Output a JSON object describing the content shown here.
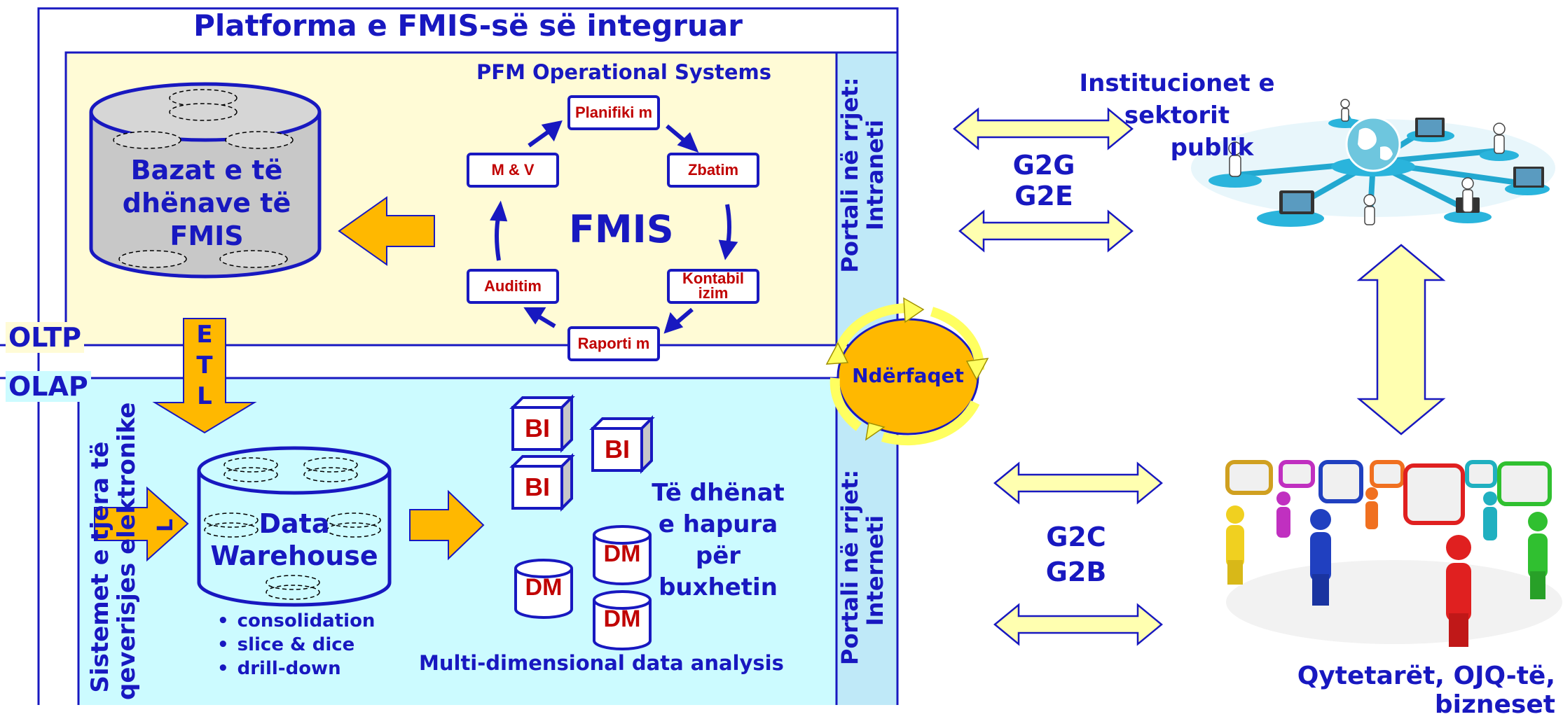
{
  "title": "Platforma e FMIS-së së integruar",
  "operational_title": "PFM Operational Systems",
  "database_label": "Bazat e të dhënave të FMIS",
  "fmis_center": "FMIS",
  "cycle": {
    "planning": "Planifiki m",
    "execution": "Zbatim",
    "accounting": "Kontabil izim",
    "reporting": "Raporti m",
    "audit": "Auditim",
    "monitoring": "M & V"
  },
  "oltp": "OLTP",
  "olap": "OLAP",
  "etl": [
    "E",
    "T",
    "L"
  ],
  "other_systems": [
    "Sistemet e tjera të",
    "qeverisjes elektronike",
    "L"
  ],
  "warehouse_label": [
    "Data",
    "Warehouse"
  ],
  "warehouse_features": [
    "consolidation",
    "slice & dice",
    "drill-down"
  ],
  "bi_label": "BI",
  "dm_label": "DM",
  "open_data": [
    "Të dhënat",
    "e hapura",
    "për",
    "buxhetin"
  ],
  "analysis_title": "Multi-dimensional data analysis",
  "intranet_portal": [
    "Portali në rrjet:",
    "Intraneti"
  ],
  "internet_portal": [
    "Portali në rrjet:",
    "Interneti"
  ],
  "interfaces": "Ndërfaqet",
  "public_institutions": [
    "Institucionet e sektorit",
    "publik"
  ],
  "g2g": "G2G",
  "g2e": "G2E",
  "g2c": "G2C",
  "g2b": "G2B",
  "citizens": "Qytetarët, OJQ-të, bizneset",
  "colors": {
    "blue": "#1818c0",
    "red": "#c00000",
    "orange": "#ffb800",
    "light_yellow": "#fffbd6",
    "light_cyan": "#ccfbff",
    "portal_blue": "#bfe9f8",
    "arrow_yellow": "#ffffb0"
  }
}
